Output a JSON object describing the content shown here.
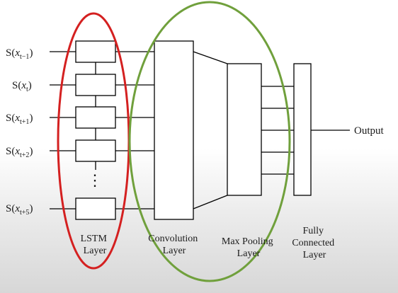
{
  "inputs": [
    {
      "prefix": "S(",
      "var": "x",
      "sub": "t−1",
      "suffix": ")"
    },
    {
      "prefix": "S(",
      "var": "x",
      "sub": "t",
      "suffix": ")"
    },
    {
      "prefix": "S(",
      "var": "x",
      "sub": "t+1",
      "suffix": ")"
    },
    {
      "prefix": "S(",
      "var": "x",
      "sub": "t+2",
      "suffix": ")"
    },
    {
      "prefix": "S(",
      "var": "x",
      "sub": "t+5",
      "suffix": ")"
    }
  ],
  "ellipsis": "⋮",
  "output_label": "Output",
  "layers": {
    "lstm": [
      "LSTM",
      "Layer"
    ],
    "conv": [
      "Convolution",
      "Layer"
    ],
    "pool": [
      "Max Pooling",
      "Layer"
    ],
    "fc": [
      "Fully",
      "Connected",
      "Layer"
    ]
  },
  "colors": {
    "lstm_ellipse": "#d42020",
    "conv_ellipse": "#70a03c",
    "line": "#000000"
  }
}
